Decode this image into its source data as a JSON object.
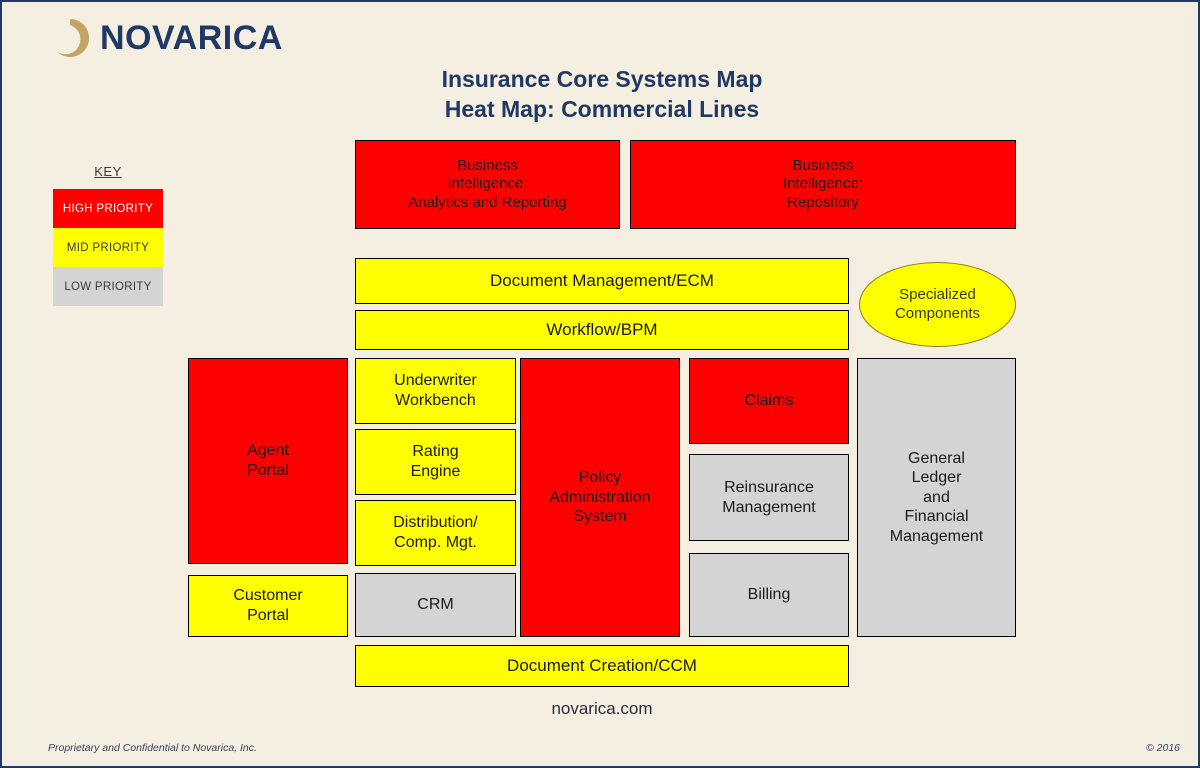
{
  "brand": {
    "name": "NOVARICA",
    "logo_icon": "novarica-ring-icon",
    "logo_color": "#c2a468",
    "text_color": "#1f3864"
  },
  "title": {
    "line1": "Insurance Core Systems Map",
    "line2": "Heat Map: Commercial Lines"
  },
  "key": {
    "label": "KEY",
    "items": [
      {
        "label": "HIGH PRIORITY",
        "color": "#ff0000",
        "text_color": "#ffffff"
      },
      {
        "label": "MID PRIORITY",
        "color": "#ffff00",
        "text_color": "#3a3a3a"
      },
      {
        "label": "LOW PRIORITY",
        "color": "#d4d4d4",
        "text_color": "#3a3a3a"
      }
    ]
  },
  "map": {
    "bi_analytics": "Business\nIntelligence:\nAnalytics and Reporting",
    "bi_repository": "Business\nIntelligence:\nRepository",
    "document_management": "Document Management/ECM",
    "workflow": "Workflow/BPM",
    "specialized": "Specialized\nComponents",
    "agent_portal": "Agent\nPortal",
    "customer_portal": "Customer\nPortal",
    "underwriter_workbench": "Underwriter\nWorkbench",
    "rating_engine": "Rating\nEngine",
    "distribution": "Distribution/\nComp. Mgt.",
    "crm": "CRM",
    "policy_admin": "Policy\nAdministration\nSystem",
    "claims": "Claims",
    "reinsurance": "Reinsurance\nManagement",
    "billing": "Billing",
    "general_ledger": "General\nLedger\nand\nFinancial\nManagement",
    "document_creation": "Document Creation/CCM"
  },
  "site": "novarica.com",
  "footer": {
    "left": "Proprietary and Confidential to Novarica, Inc.",
    "right": "© 2016"
  },
  "chart_data": {
    "type": "heatmap",
    "title": "Insurance Core Systems Map — Heat Map: Commercial Lines",
    "legend": [
      {
        "name": "HIGH PRIORITY",
        "color": "#ff0000"
      },
      {
        "name": "MID PRIORITY",
        "color": "#ffff00"
      },
      {
        "name": "LOW PRIORITY",
        "color": "#d4d4d4"
      }
    ],
    "legend_position": "left",
    "cells": [
      {
        "label": "Business Intelligence: Analytics and Reporting",
        "priority": "HIGH PRIORITY",
        "color": "#ff0000"
      },
      {
        "label": "Business Intelligence: Repository",
        "priority": "HIGH PRIORITY",
        "color": "#ff0000"
      },
      {
        "label": "Document Management/ECM",
        "priority": "MID PRIORITY",
        "color": "#ffff00"
      },
      {
        "label": "Workflow/BPM",
        "priority": "MID PRIORITY",
        "color": "#ffff00"
      },
      {
        "label": "Specialized Components",
        "priority": "MID PRIORITY",
        "color": "#ffff00"
      },
      {
        "label": "Agent Portal",
        "priority": "HIGH PRIORITY",
        "color": "#ff0000"
      },
      {
        "label": "Customer Portal",
        "priority": "MID PRIORITY",
        "color": "#ffff00"
      },
      {
        "label": "Underwriter Workbench",
        "priority": "MID PRIORITY",
        "color": "#ffff00"
      },
      {
        "label": "Rating Engine",
        "priority": "MID PRIORITY",
        "color": "#ffff00"
      },
      {
        "label": "Distribution/Comp. Mgt.",
        "priority": "MID PRIORITY",
        "color": "#ffff00"
      },
      {
        "label": "CRM",
        "priority": "LOW PRIORITY",
        "color": "#d4d4d4"
      },
      {
        "label": "Policy Administration System",
        "priority": "HIGH PRIORITY",
        "color": "#ff0000"
      },
      {
        "label": "Claims",
        "priority": "HIGH PRIORITY",
        "color": "#ff0000"
      },
      {
        "label": "Reinsurance Management",
        "priority": "LOW PRIORITY",
        "color": "#d4d4d4"
      },
      {
        "label": "Billing",
        "priority": "LOW PRIORITY",
        "color": "#d4d4d4"
      },
      {
        "label": "General Ledger and Financial Management",
        "priority": "LOW PRIORITY",
        "color": "#d4d4d4"
      },
      {
        "label": "Document Creation/CCM",
        "priority": "MID PRIORITY",
        "color": "#ffff00"
      }
    ]
  }
}
